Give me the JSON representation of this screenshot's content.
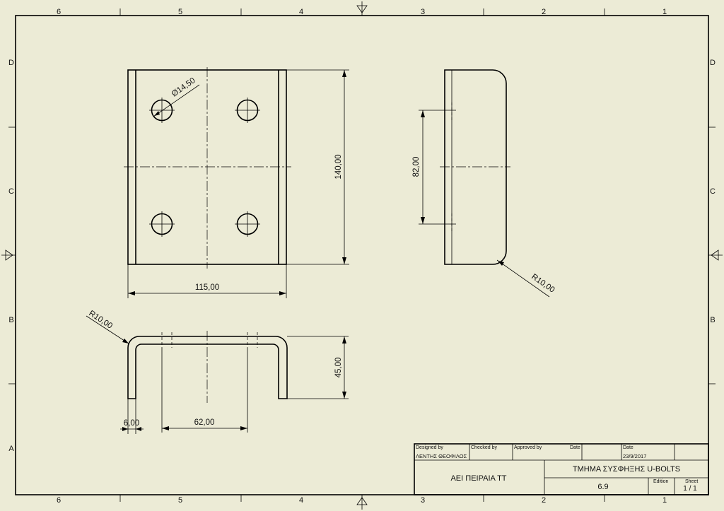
{
  "zones": {
    "columns": [
      "6",
      "5",
      "4",
      "3",
      "2",
      "1"
    ],
    "rows": [
      "D",
      "C",
      "B",
      "A"
    ]
  },
  "dimensions": {
    "hole_diameter": "Ø14,50",
    "plate_height": "140,00",
    "plate_width": "115,00",
    "hole_spacing_vertical": "82,00",
    "side_radius": "R10,00",
    "bottom_radius": "R10,00",
    "bend_height": "45,00",
    "thickness": "6,00",
    "hole_spacing_horizontal": "62,00"
  },
  "title_block": {
    "designed_by_label": "Designed by",
    "designed_by": "ΛΕΝΤΗΣ ΘΕΟΦΙΛΟΣ",
    "checked_by_label": "Checked by",
    "approved_by_label": "Approved by",
    "date_label_1": "Date",
    "date_label_2": "Date",
    "date": "23/9/2017",
    "organization": "ΑΕΙ ΠΕΙΡΑΙΑ ΤΤ",
    "title": "ΤΜΗΜΑ ΣΥΣΦΗΞΗΣ U-BOLTS",
    "drawing_number": "6.9",
    "edition_label": "Edition",
    "sheet_label": "Sheet",
    "sheet": "1 / 1"
  }
}
